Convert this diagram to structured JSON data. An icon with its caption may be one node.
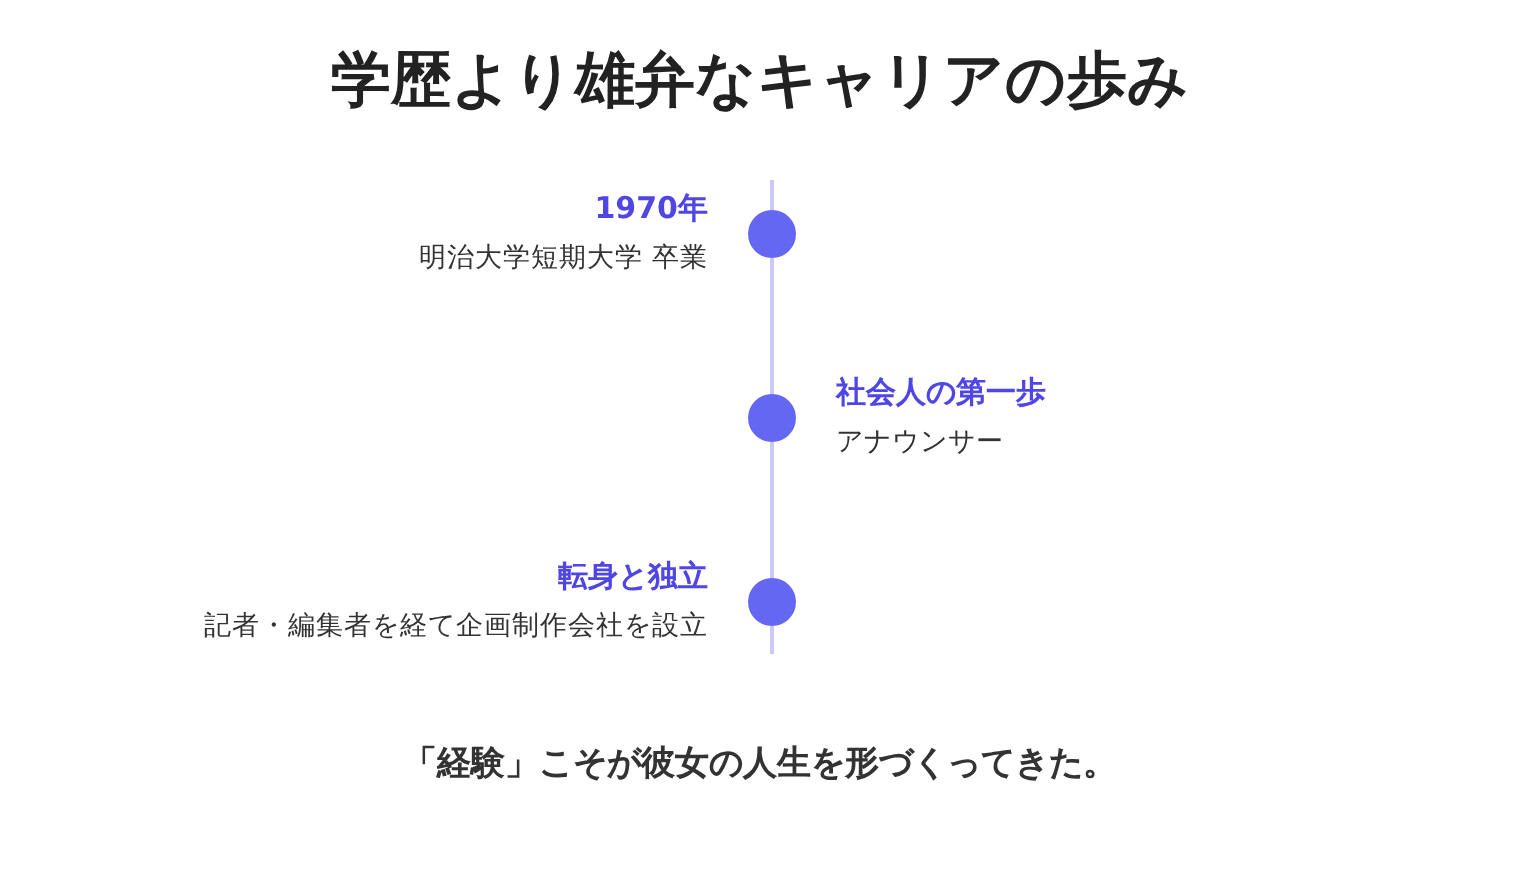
{
  "diagram": {
    "title": "学歴より雄弁なキャリアの歩み",
    "caption": "「経験」こそが彼女の人生を形づくってきた。",
    "nodes": [
      {
        "text": [],
        "shape": "circle",
        "beside": [
          "1970年",
          "明治大学短期大学 卒業"
        ]
      },
      {
        "text": [],
        "shape": "circle",
        "beside": [
          "社会人の第一歩",
          "アナウンサー"
        ]
      },
      {
        "text": [],
        "shape": "circle",
        "beside": [
          "転身と独立",
          "記者・編集者を経て企画制作会社を設立"
        ]
      }
    ],
    "edges": [
      {
        "from": 0,
        "to": 1,
        "arrow": "none"
      },
      {
        "from": 1,
        "to": 2,
        "arrow": "none"
      }
    ]
  }
}
